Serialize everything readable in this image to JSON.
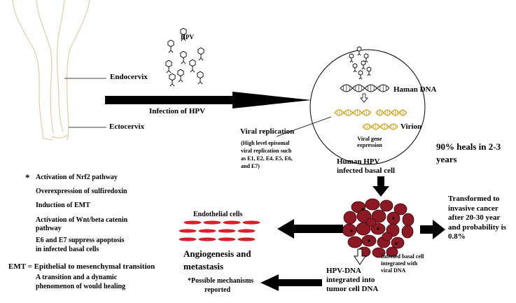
{
  "labels": {
    "hpv": "HPV",
    "endocervix": "Endocervix",
    "infection": "Infection of HPV",
    "ectocervix": "Ectocervix",
    "human_dna": "Haman DNA",
    "virion": "Virion",
    "viral_gene_expression": [
      "Viral gene",
      "expression"
    ],
    "viral_replication_title": "Viral replication",
    "viral_replication_detail": [
      "(High level episomal",
      "viral replication such",
      "as E1, E2, E4, E5, E6,",
      "and E7)"
    ],
    "heals": [
      "90% heals in 2-3",
      "years"
    ],
    "infected_basal_cell": [
      "Human HPV",
      "infected basal cell"
    ],
    "transformed": [
      "Transformed to",
      "invasive cancer",
      "after 20-30 year",
      "and probability is",
      "0.8%"
    ],
    "endothelial_cells": "Endothelial cells",
    "angiogenesis": [
      "Angiogenesis and",
      "metastasis"
    ],
    "integrated_cell": [
      "Infected basal cell",
      "integrated with",
      "viral DNA"
    ],
    "hpv_dna": [
      "HPV-DNA",
      "integrated into",
      "tumor cell DNA"
    ],
    "possible_mechanisms": [
      "*Possible mechanisms",
      "reported"
    ]
  },
  "mechanisms": {
    "star": "*",
    "items": [
      "Activation of Nrf2 pathway",
      "Overexpression of sulfiredoxin",
      "Induction of EMT",
      "Activation of Wnt/beta catenin",
      "pathway",
      "E6 and E7 suppress apoptosis",
      "in infected basal cells"
    ],
    "emt_definition": "EMT = Epithelial to mesenchymal transition",
    "emt_detail": [
      "A transition and a dynamic",
      "phenomenon of would healing"
    ]
  },
  "colors": {
    "cell_fill": "#8b1a24",
    "cell_stroke": "#3d0008",
    "endothelial": "#d8202a",
    "dna_gold": "#d4a017",
    "arrow": "#000000"
  }
}
